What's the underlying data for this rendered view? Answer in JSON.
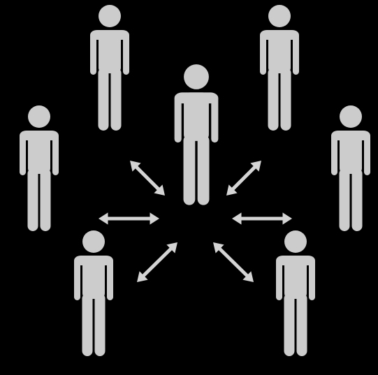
{
  "colors": {
    "background": "#000000",
    "figure": "#cccccc",
    "arrow": "#d4d4d4"
  },
  "figures": [
    {
      "name": "person-center-icon",
      "role": "central"
    },
    {
      "name": "person-top-left-icon",
      "role": "peer"
    },
    {
      "name": "person-top-right-icon",
      "role": "peer"
    },
    {
      "name": "person-middle-left-icon",
      "role": "peer"
    },
    {
      "name": "person-middle-right-icon",
      "role": "peer"
    },
    {
      "name": "person-bottom-left-icon",
      "role": "peer"
    },
    {
      "name": "person-bottom-right-icon",
      "role": "peer"
    }
  ],
  "arrows": [
    {
      "name": "arrow-top-left-icon"
    },
    {
      "name": "arrow-top-right-icon"
    },
    {
      "name": "arrow-left-icon"
    },
    {
      "name": "arrow-right-icon"
    },
    {
      "name": "arrow-bottom-left-icon"
    },
    {
      "name": "arrow-bottom-right-icon"
    }
  ]
}
